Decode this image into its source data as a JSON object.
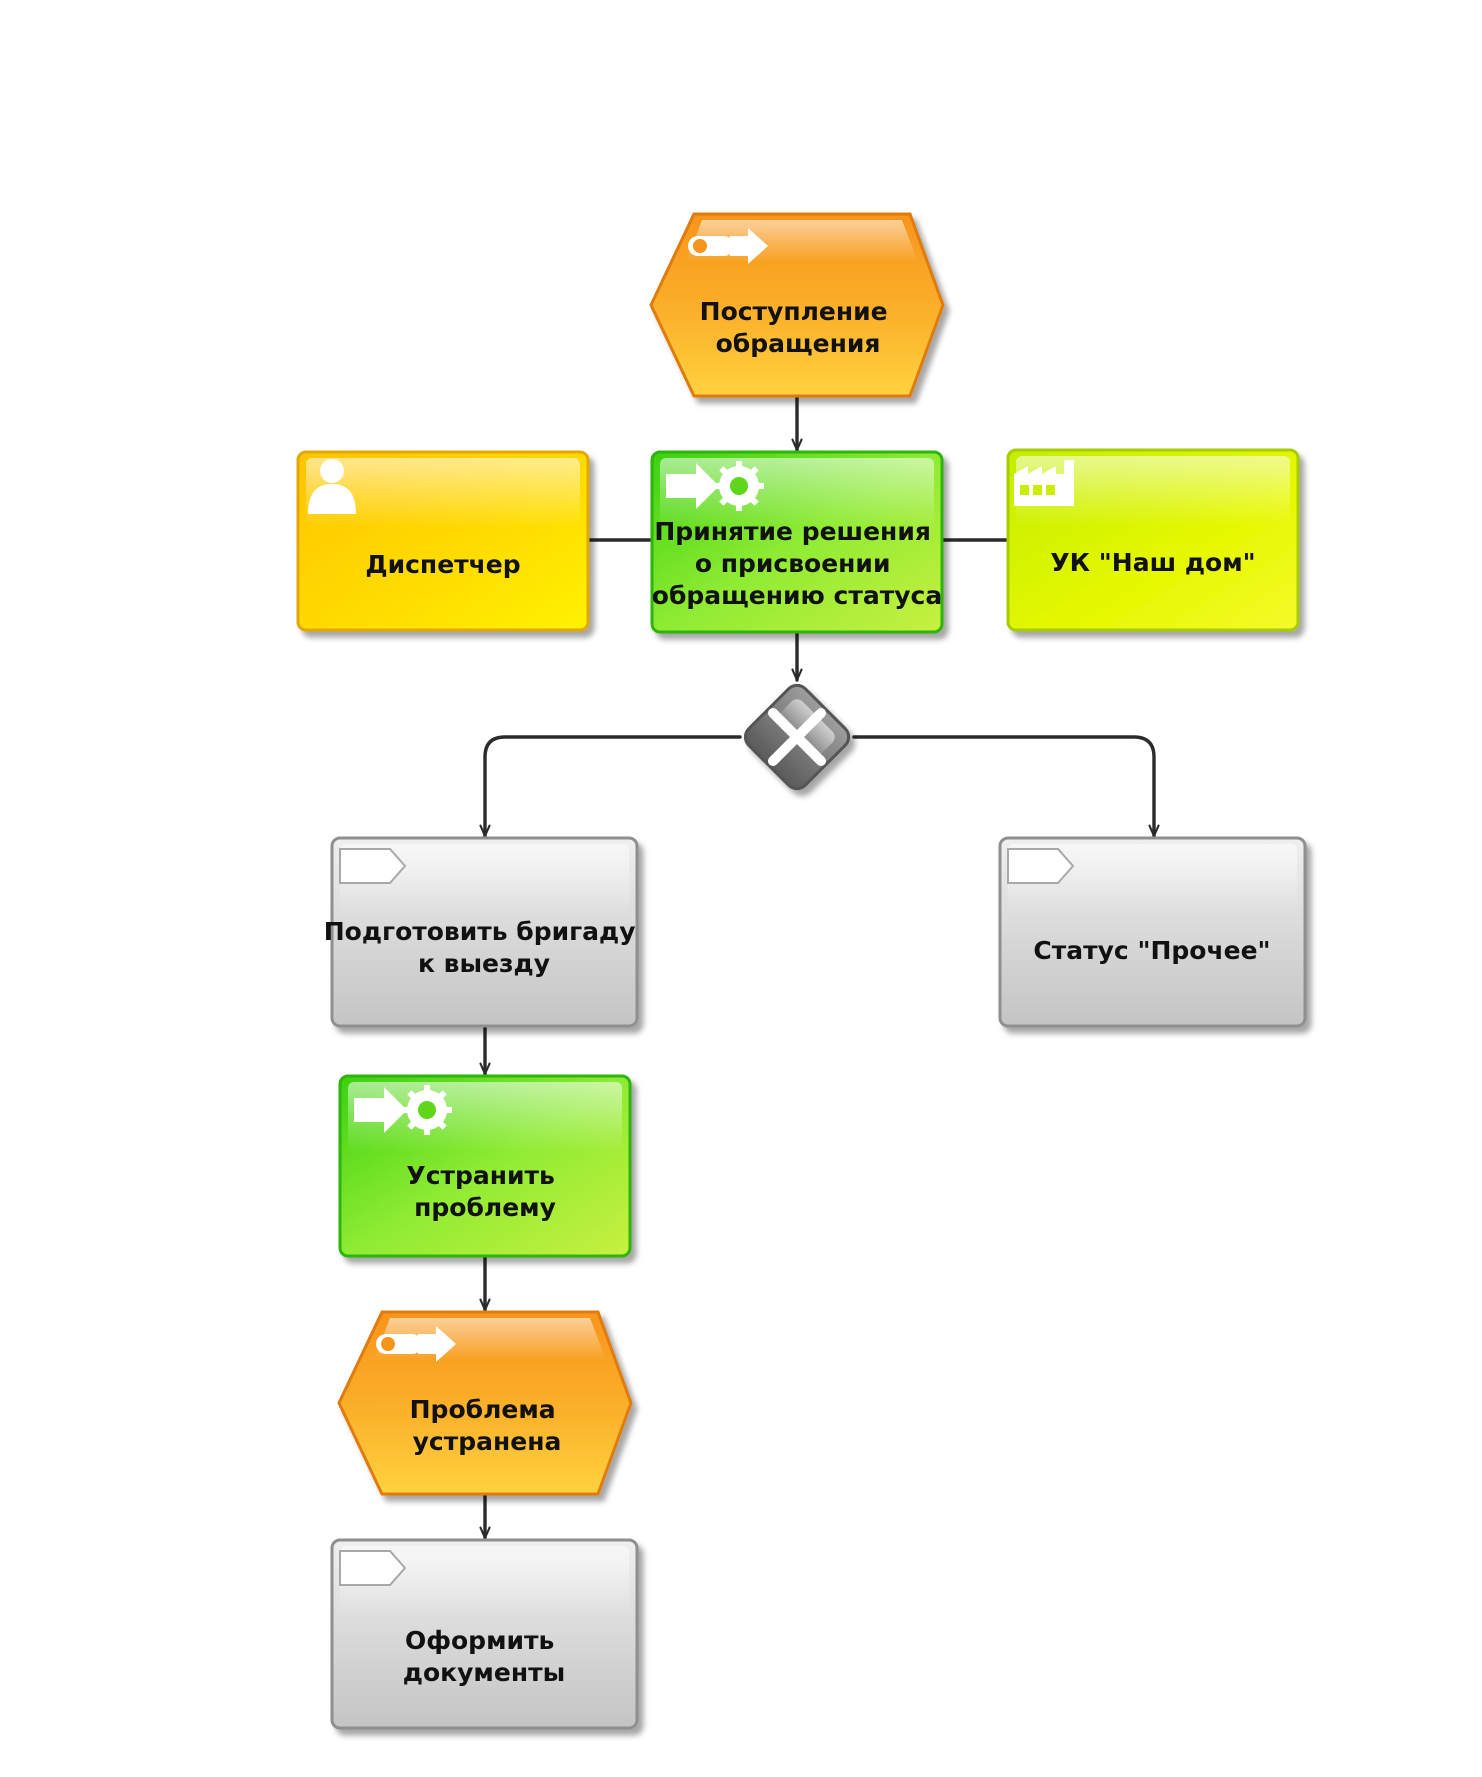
{
  "nodes": {
    "event_start": {
      "label": [
        "Поступление",
        "обращения"
      ],
      "type": "event",
      "icon": "event-arrow-icon",
      "color": "#F7941D"
    },
    "function_decision": {
      "label": [
        "Принятие решения",
        "о присвоении",
        "обращению статуса"
      ],
      "type": "function",
      "icon": "function-gear-icon",
      "color": "#7CE21F"
    },
    "role_dispatcher": {
      "label": [
        "Диспетчер"
      ],
      "type": "role",
      "icon": "person-icon",
      "color": "#FFCC00"
    },
    "org_uk": {
      "label": [
        "УК \"Наш дом\""
      ],
      "type": "organization",
      "icon": "factory-icon",
      "color": "#D4F000"
    },
    "gateway_xor": {
      "label": [],
      "type": "xor-gateway",
      "icon": "close-x-icon",
      "color": "#777777"
    },
    "process_prepare": {
      "label": [
        "Подготовить бригаду",
        "к выезду"
      ],
      "type": "process",
      "icon": "process-tab-icon",
      "color": "#D0D0D0"
    },
    "process_other": {
      "label": [
        "Статус \"Прочее\""
      ],
      "type": "process",
      "icon": "process-tab-icon",
      "color": "#D0D0D0"
    },
    "function_fix": {
      "label": [
        "Устранить",
        "проблему"
      ],
      "type": "function",
      "icon": "function-gear-icon",
      "color": "#7CE21F"
    },
    "event_fixed": {
      "label": [
        "Проблема",
        "устранена"
      ],
      "type": "event",
      "icon": "event-arrow-icon",
      "color": "#F7941D"
    },
    "process_docs": {
      "label": [
        "Оформить",
        "документы"
      ],
      "type": "process",
      "icon": "process-tab-icon",
      "color": "#D0D0D0"
    }
  },
  "connections": [
    {
      "from": "event_start",
      "to": "function_decision",
      "arrow": true
    },
    {
      "from": "role_dispatcher",
      "to": "function_decision",
      "arrow": false
    },
    {
      "from": "function_decision",
      "to": "org_uk",
      "arrow": false
    },
    {
      "from": "function_decision",
      "to": "gateway_xor",
      "arrow": true
    },
    {
      "from": "gateway_xor",
      "to": "process_prepare",
      "arrow": true
    },
    {
      "from": "gateway_xor",
      "to": "process_other",
      "arrow": true
    },
    {
      "from": "process_prepare",
      "to": "function_fix",
      "arrow": true
    },
    {
      "from": "function_fix",
      "to": "event_fixed",
      "arrow": true
    },
    {
      "from": "event_fixed",
      "to": "process_docs",
      "arrow": true
    }
  ]
}
